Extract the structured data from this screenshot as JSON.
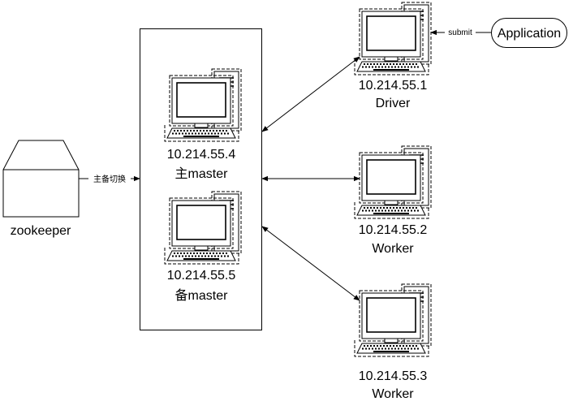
{
  "zookeeper": {
    "label": "zookeeper"
  },
  "failover_edge": {
    "label": "主备切换"
  },
  "master_cluster": {
    "primary": {
      "ip": "10.214.55.4",
      "role": "主master"
    },
    "standby": {
      "ip": "10.214.55.5",
      "role": "备master"
    }
  },
  "nodes": {
    "driver": {
      "ip": "10.214.55.1",
      "role": "Driver"
    },
    "worker1": {
      "ip": "10.214.55.2",
      "role": "Worker"
    },
    "worker2": {
      "ip": "10.214.55.3",
      "role": "Worker"
    }
  },
  "application": {
    "label": "Application",
    "edge_label": "submit"
  },
  "icons": {
    "computer": "desktop-computer-icon",
    "zookeeper": "zookeeper-box-shape"
  }
}
